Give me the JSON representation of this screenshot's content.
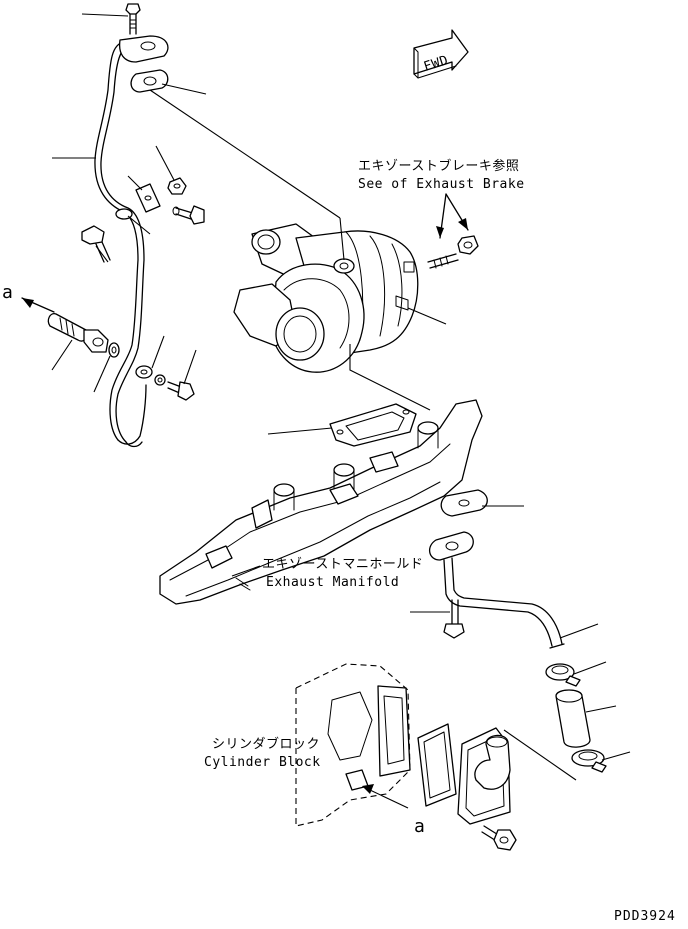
{
  "fwd": {
    "text": "FWD"
  },
  "callouts": {
    "exhaust_brake": {
      "jp": "エキゾーストブレーキ参照",
      "en": "See of Exhaust Brake"
    },
    "exhaust_manifold": {
      "jp": "エキゾーストマニホールド",
      "en": "Exhaust Manifold"
    },
    "cylinder_block": {
      "jp": "シリンダブロック",
      "en": "Cylinder Block"
    }
  },
  "markers": {
    "a_left": "a",
    "a_bottom": "a"
  },
  "drawing_code": "PDD3924"
}
